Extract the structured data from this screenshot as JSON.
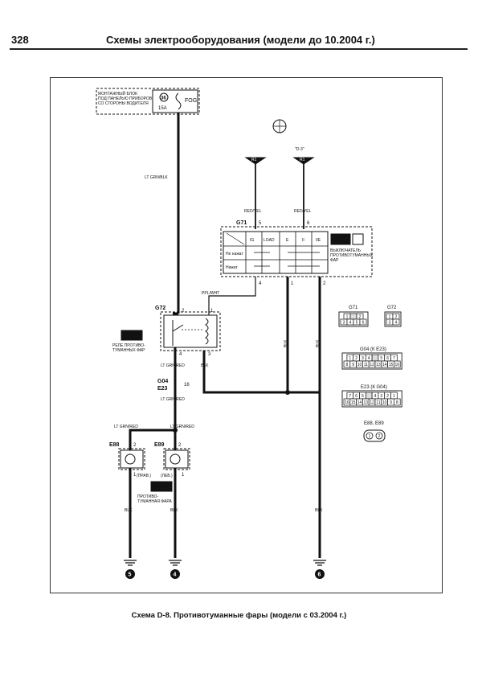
{
  "header": {
    "page_number": "328",
    "title": "Схемы электрооборудования (модели до 10.2004 г.)"
  },
  "caption": "Схема D-8. Противотуманные фары (модели с 03.2004 г.)",
  "fuse_box": {
    "label_lines": [
      "МОНТАЖНЫЙ БЛОК",
      "ПОД ПАНЕЛЬЮ ПРИБОРОВ",
      "СО СТОРОНЫ ВОДИТЕЛЯ"
    ],
    "fuse_number": "36",
    "fuse_rating": "15A",
    "fuse_name": "FOG"
  },
  "wires": {
    "main_feed": "LT GRN/BLK",
    "switch_in_1": "RED/YEL",
    "switch_in_2": "RED/YEL",
    "relay_coil": "PPL/WHT",
    "relay_out": "LT GRN/RED",
    "after_joint": "LT GRN/RED",
    "lamp_left": "LT GRN/RED",
    "lamp_right": "LT GRN/RED",
    "blk_relay": "BLK",
    "blk_sw1": "BLK",
    "blk_sw2": "BLK",
    "blk_lamp_left": "BLK",
    "blk_lamp_right": "BLK",
    "blk_ground6": "BLK"
  },
  "ignition_key": {
    "position_label": "\"D-3\"",
    "feed_left": "R1",
    "feed_right": "R1"
  },
  "switch": {
    "id": "G71",
    "pins_top": [
      "5",
      "6"
    ],
    "columns": [
      "IG",
      "LOAD",
      "E",
      "II",
      "IIE"
    ],
    "rows": [
      "Не нажат",
      "Нажат"
    ],
    "name_lines": [
      "ВЫКЛЮЧАТЕЛЬ",
      "ПРОТИВОТУМАННЫХ",
      "ФАР"
    ],
    "pins_bottom": [
      "4",
      "1",
      "2"
    ]
  },
  "relay": {
    "id": "G72",
    "pins": [
      "2",
      "1",
      "4",
      "3"
    ],
    "name_lines": [
      "РЕЛЕ ПРОТИВО-",
      "ТУМАННЫХ ФАР"
    ]
  },
  "joint": {
    "ids": [
      "G04",
      "E23"
    ],
    "pin": "16"
  },
  "lamps": {
    "left": {
      "id": "E88",
      "pin_top": "2",
      "pin_bottom": "1",
      "side": "(ПРАВ.)"
    },
    "right": {
      "id": "E89",
      "pin_top": "2",
      "pin_bottom": "1",
      "side": "(ЛЕВ.)"
    },
    "name_lines": [
      "ПРОТИВО-",
      "ТУМАННАЯ ФАРА"
    ]
  },
  "grounds": [
    "5",
    "4",
    "6"
  ],
  "connectors": {
    "g71": {
      "title": "G71",
      "top": [
        "1",
        "",
        "2"
      ],
      "bottom": [
        "3",
        "4",
        "5",
        "6"
      ]
    },
    "g72": {
      "title": "G72",
      "top": [
        "1",
        "2"
      ],
      "bottom": [
        "3",
        "4"
      ]
    },
    "g04": {
      "title": "G04 (К E23)",
      "top": [
        "1",
        "2",
        "3",
        "4",
        "",
        "5",
        "6",
        "7"
      ],
      "bottom": [
        "8",
        "9",
        "10",
        "11",
        "12",
        "13",
        "14",
        "15",
        "16"
      ]
    },
    "e23": {
      "title": "E23 (К G04)",
      "top": [
        "7",
        "6",
        "5",
        "",
        "4",
        "3",
        "2",
        "1"
      ],
      "bottom": [
        "16",
        "15",
        "14",
        "13",
        "12",
        "11",
        "10",
        "9",
        "8"
      ]
    },
    "e88": {
      "title": "E88, E89",
      "pins": [
        "1",
        "2"
      ]
    }
  }
}
